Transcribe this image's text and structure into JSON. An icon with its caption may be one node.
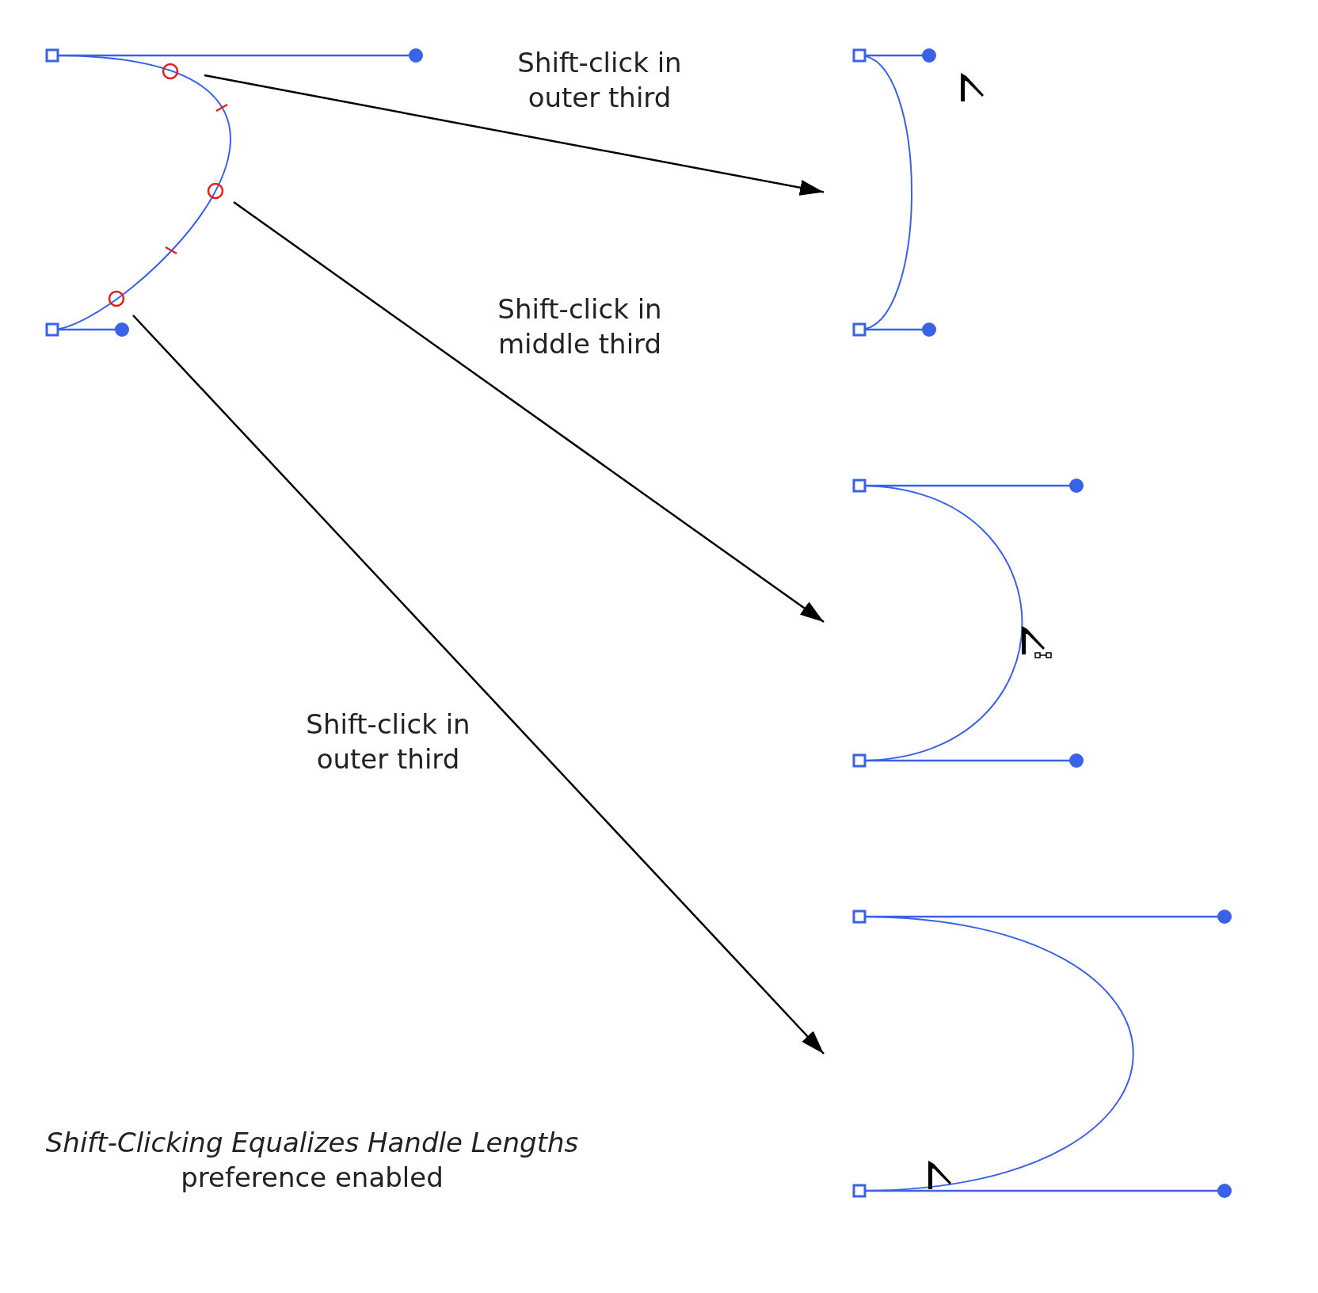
{
  "diagram": {
    "caption": "*Shift-Clicking Equalizes Handle Lengths* preference enabled",
    "nodes": [
      {
        "text": [],
        "shape": "picture"
      },
      {
        "text": [],
        "shape": "picture"
      },
      {
        "text": [],
        "shape": "picture"
      },
      {
        "text": [],
        "shape": "picture"
      }
    ],
    "edges": [
      {
        "from": 0,
        "to": 1,
        "arrow": "to",
        "label": "Shift-click in outer third"
      },
      {
        "from": 0,
        "to": 2,
        "arrow": "to",
        "label": "Shift-click in middle third"
      },
      {
        "from": 0,
        "to": 3,
        "arrow": "to",
        "label": "Shift-click in outer third"
      }
    ]
  }
}
